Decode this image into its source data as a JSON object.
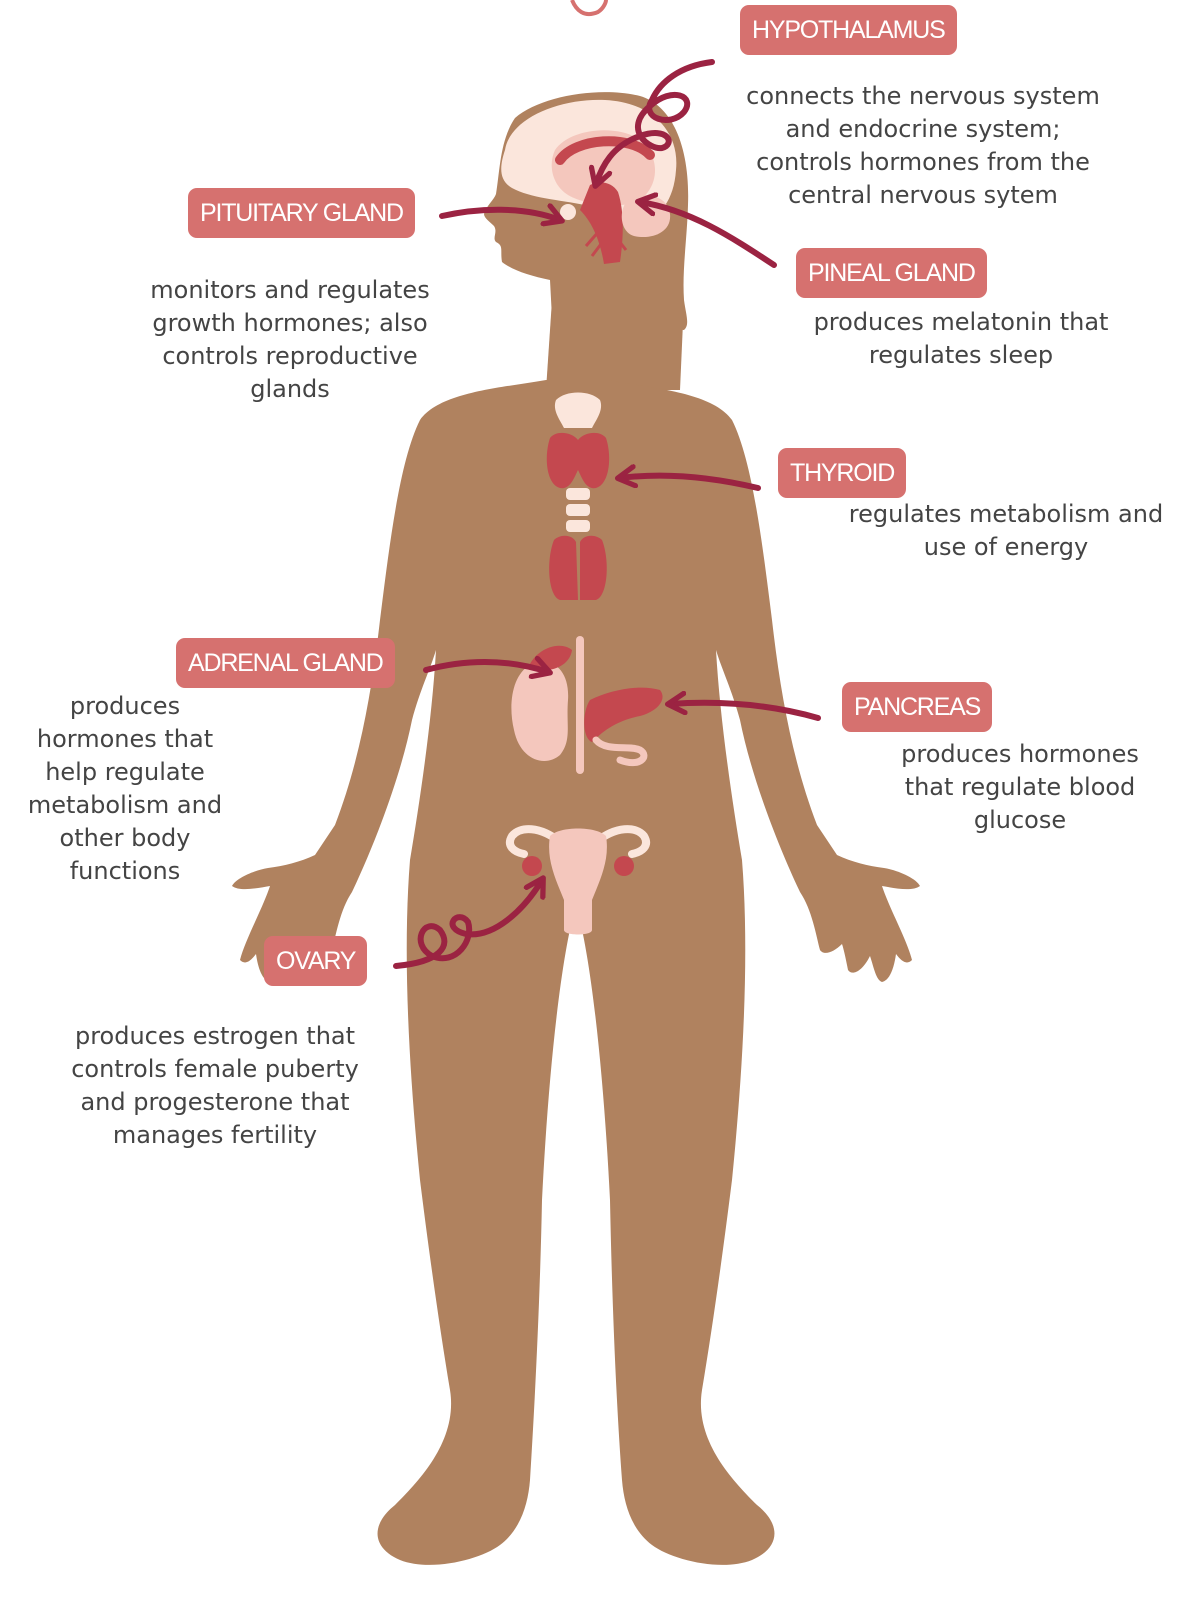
{
  "colors": {
    "background": "#ffffff",
    "skin": "#b0825f",
    "label_fill": "#d6716f",
    "label_text": "#ffffff",
    "arrow": "#9b2342",
    "organ_dark": "#c4484f",
    "organ_light": "#f4c7bd",
    "organ_pale": "#fbe6dc",
    "description_text": "#444444"
  },
  "glands": [
    {
      "id": "hypothalamus",
      "label": "HYPOTHALAMUS",
      "description": "connects the nervous system\nand endocrine system;\ncontrols hormones from the\ncentral nervous sytem"
    },
    {
      "id": "pituitary",
      "label": "PITUITARY GLAND",
      "description": "monitors and regulates\ngrowth hormones; also\ncontrols reproductive\nglands"
    },
    {
      "id": "pineal",
      "label": "PINEAL GLAND",
      "description": "produces melatonin that\nregulates sleep"
    },
    {
      "id": "thyroid",
      "label": "THYROID",
      "description": "regulates metabolism and\nuse of energy"
    },
    {
      "id": "adrenal",
      "label": "ADRENAL GLAND",
      "description": "produces\nhormones that\nhelp regulate\nmetabolism and\nother body\nfunctions"
    },
    {
      "id": "pancreas",
      "label": "PANCREAS",
      "description": "produces hormones\nthat regulate blood\nglucose"
    },
    {
      "id": "ovary",
      "label": "OVARY",
      "description": "produces estrogen that\ncontrols female puberty\nand progesterone that\nmanages fertility"
    }
  ]
}
